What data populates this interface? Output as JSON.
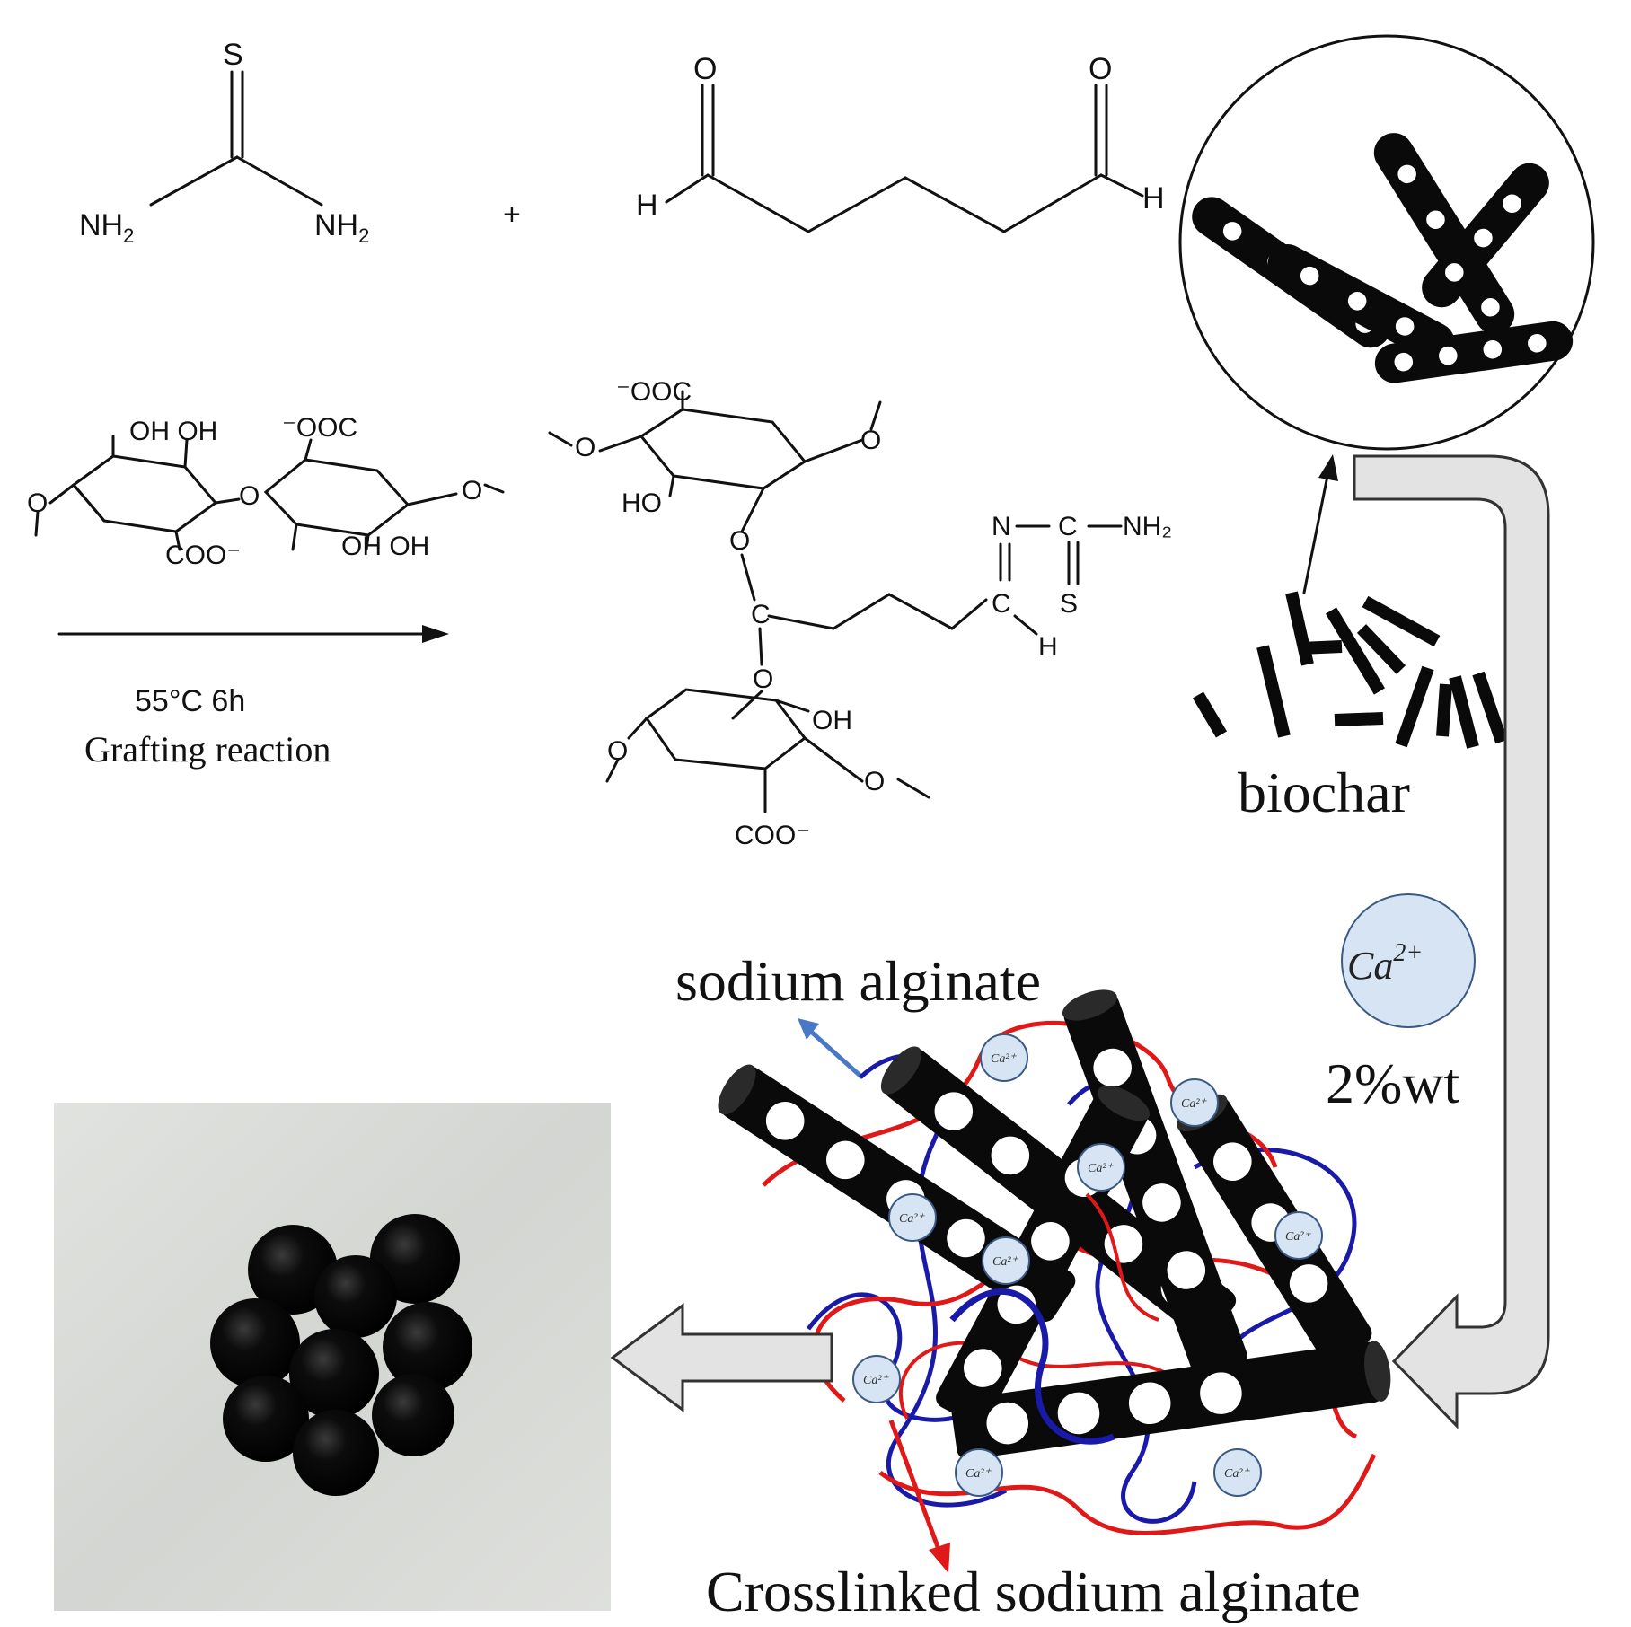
{
  "reagents": {
    "thiourea": {
      "s": "S",
      "nh2_left": "NH",
      "nh2_right": "NH",
      "sub": "2"
    },
    "plus": "+",
    "glutaraldehyde": {
      "o_left": "O",
      "o_right": "O",
      "h_left": "H",
      "h_right": "H"
    }
  },
  "alginate": {
    "ohoh_top": "OH OH",
    "ooc_top": "⁻OOC",
    "coo_bottom": "COO⁻",
    "ohoh_bottom": "OH OH",
    "o_link": "O",
    "o_end": "O"
  },
  "reaction": {
    "conditions": "55°C 6h",
    "label": "Grafting reaction"
  },
  "product": {
    "ooc": "⁻OOC",
    "ho": "HO",
    "o": "O",
    "c": "C",
    "oh": "OH",
    "coo": "COO⁻",
    "n": "N",
    "c2": "C",
    "nh2": "NH₂",
    "s": "S",
    "h": "H"
  },
  "labels": {
    "biochar": "biochar",
    "ca_ion": "Ca",
    "ca_charge": "2+",
    "ca_concentration": "2%wt",
    "sodium_alginate": "sodium alginate",
    "crosslinked": "Crosslinked sodium alginate",
    "small_ion": "Ca²⁺"
  },
  "colors": {
    "rod": "#0a0a0a",
    "alginate_blue": "#1a1aa8",
    "crosslinked_red": "#e01818",
    "ion_fill": "#d6e4f3",
    "arrow_fill": "#e3e3e3",
    "photo_bg": "#d9dbd8",
    "bead": "#080808"
  }
}
